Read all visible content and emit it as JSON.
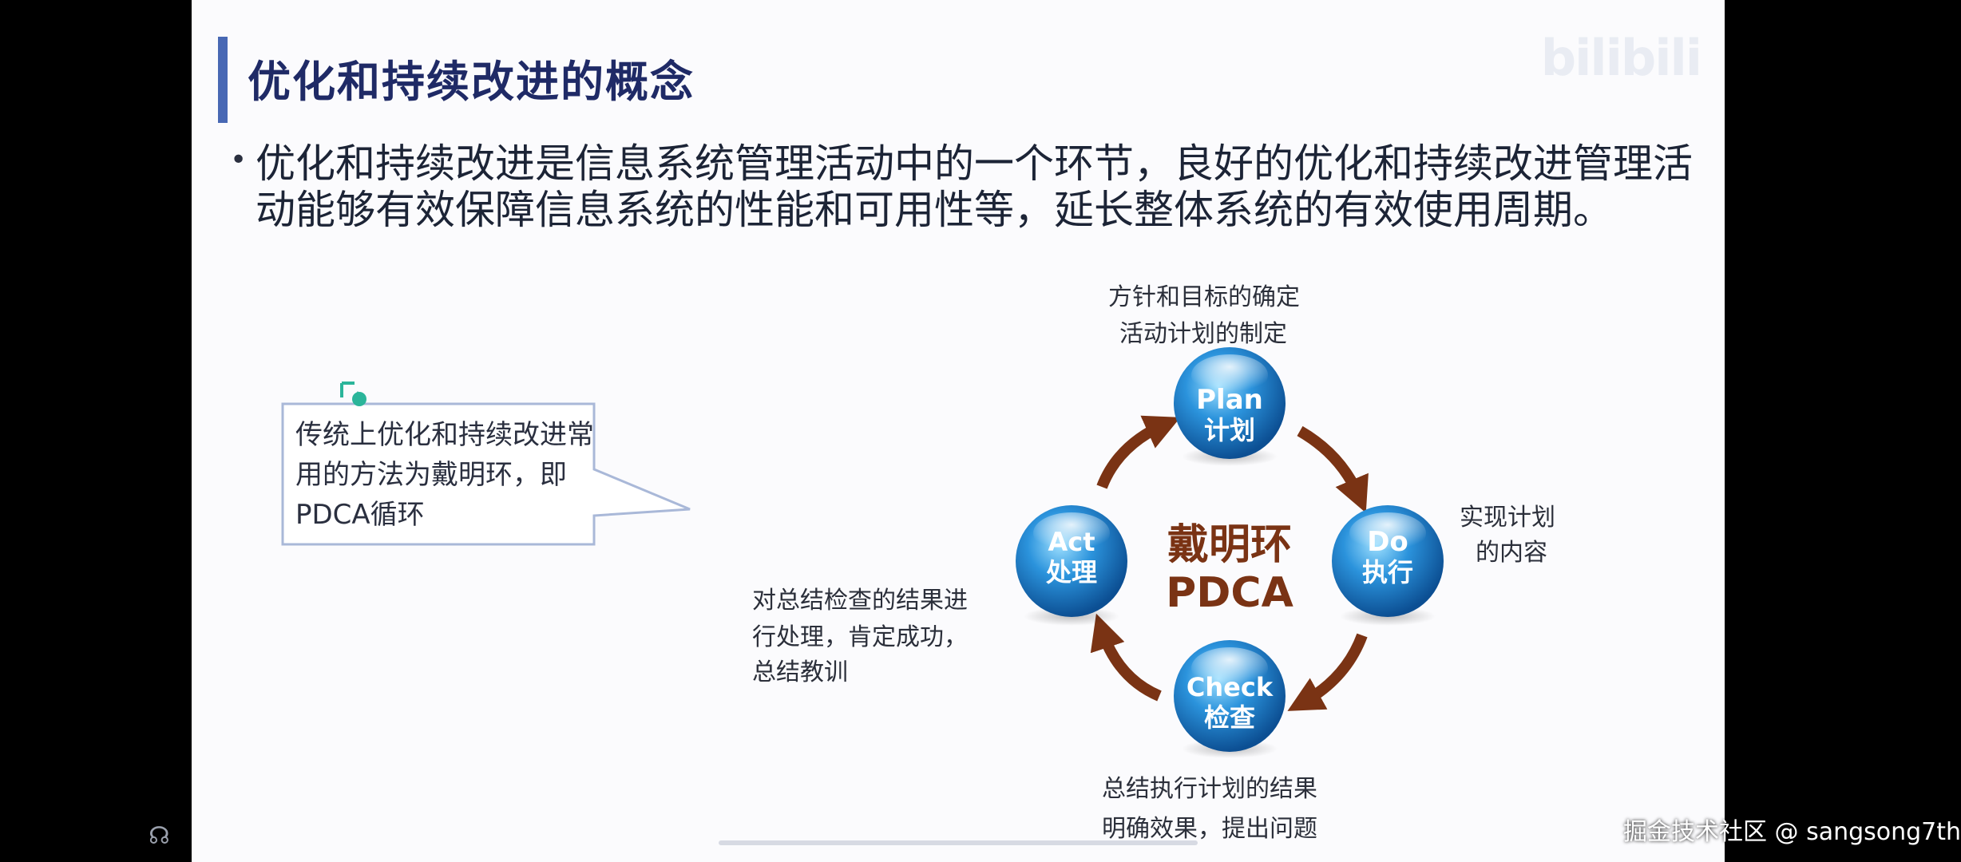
{
  "slide": {
    "title": "优化和持续改进的概念",
    "watermark_logo": "bilibili",
    "bullet": "优化和持续改进是信息系统管理活动中的一个环节，良好的优化和持续改进管理活动能够有效保障信息系统的性能和可用性等，延长整体系统的有效使用周期。",
    "callout_text": "传统上优化和持续改进常用的方法为戴明环，即PDCA循环"
  },
  "pdca": {
    "center_line1": "戴明环",
    "center_line2": "PDCA",
    "plan": {
      "en": "Plan",
      "zh": "计划",
      "desc_line1": "方针和目标的确定",
      "desc_line2": "活动计划的制定"
    },
    "do": {
      "en": "Do",
      "zh": "执行",
      "desc_line1": "实现计划",
      "desc_line2": "的内容"
    },
    "check": {
      "en": "Check",
      "zh": "检查",
      "desc_line1": "总结执行计划的结果",
      "desc_line2": "明确效果，提出问题"
    },
    "act": {
      "en": "Act",
      "zh": "处理",
      "desc_line1": "对总结检查的结果进",
      "desc_line2": "行处理，肯定成功，",
      "desc_line3": "总结教训"
    },
    "colors": {
      "ball": "#1f7fc7",
      "arrow": "#7a3314"
    }
  },
  "overlay": {
    "credit": "掘金技术社区 @ sangsong7th",
    "community_icon": "community-icon"
  }
}
